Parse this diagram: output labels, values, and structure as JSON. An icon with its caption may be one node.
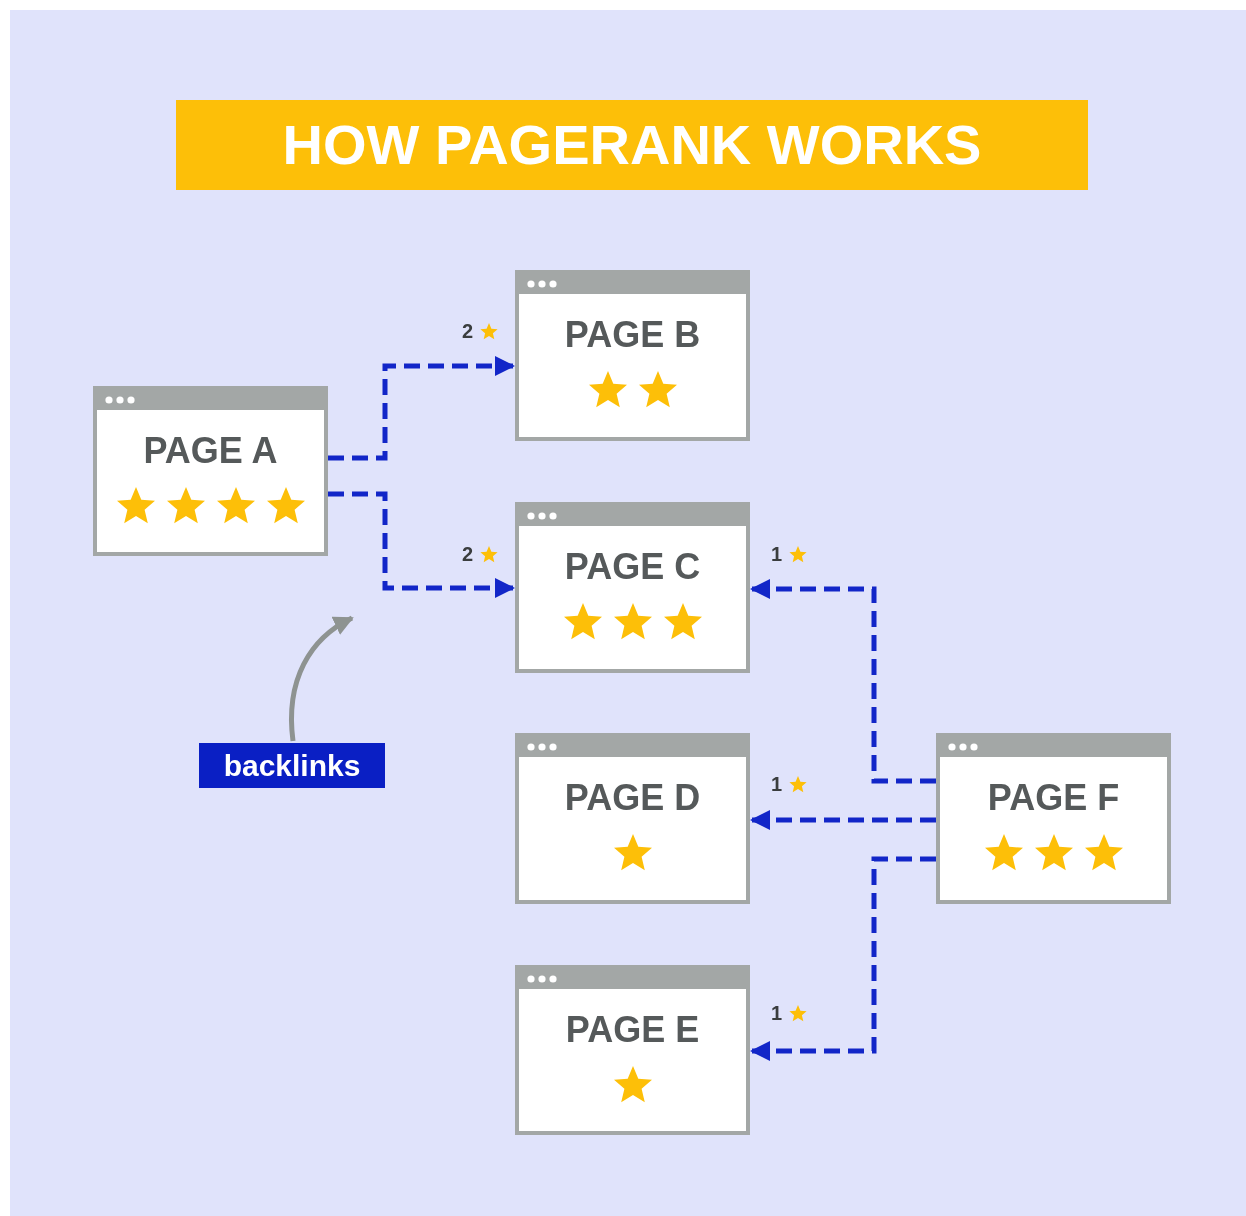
{
  "diagram": {
    "title": "HOW PAGERANK WORKS",
    "nodes": [
      {
        "text": [
          "PAGE A"
        ]
      },
      {
        "text": [
          "PAGE B"
        ]
      },
      {
        "text": [
          "PAGE C"
        ]
      },
      {
        "text": [
          "PAGE D"
        ]
      },
      {
        "text": [
          "PAGE E"
        ]
      },
      {
        "text": [
          "PAGE F"
        ]
      },
      {
        "text": [
          "backlinks"
        ]
      }
    ],
    "edges": [
      {
        "from": 0,
        "to": 1,
        "arrow": "to",
        "label": "2",
        "style": "dashed"
      },
      {
        "from": 0,
        "to": 2,
        "arrow": "to",
        "label": "2",
        "style": "dashed"
      },
      {
        "from": 5,
        "to": 2,
        "arrow": "to",
        "label": "1",
        "style": "dashed"
      },
      {
        "from": 5,
        "to": 3,
        "arrow": "to",
        "label": "1",
        "style": "dashed"
      },
      {
        "from": 5,
        "to": 4,
        "arrow": "to",
        "label": "1",
        "style": "dashed"
      },
      {
        "from": 6,
        "to": null,
        "arrow": "to",
        "color": "#8e9391"
      }
    ]
  }
}
